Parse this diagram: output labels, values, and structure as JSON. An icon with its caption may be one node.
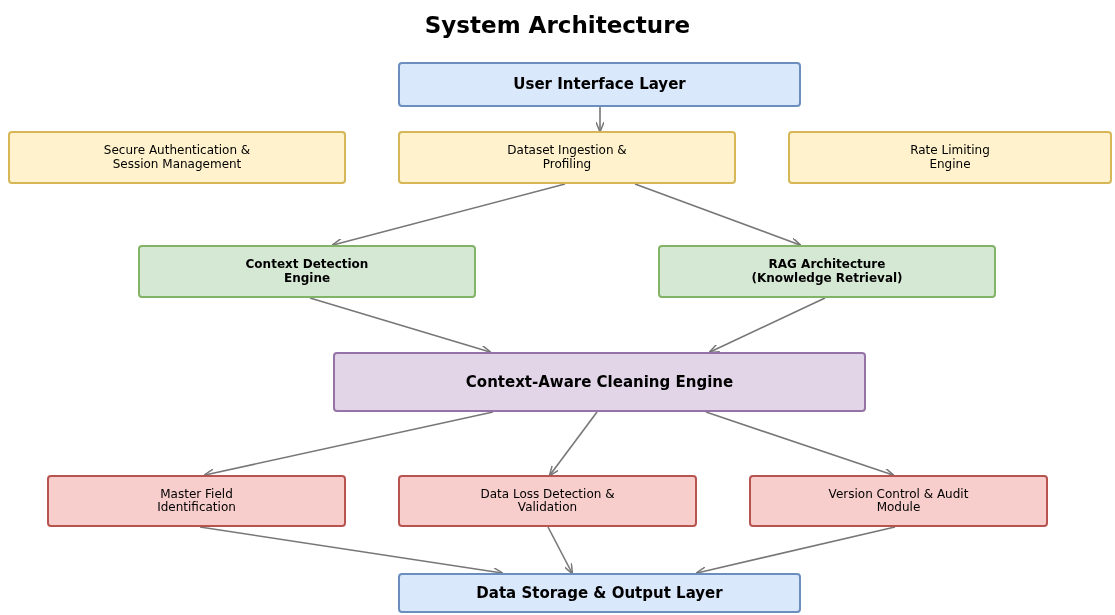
{
  "diagram": {
    "title": "System Architecture",
    "nodes": [
      {
        "text": [
          "User Interface Layer"
        ]
      },
      {
        "text": [
          "Secure Authentication & Session Management"
        ]
      },
      {
        "text": [
          "Dataset Ingestion & Profiling"
        ]
      },
      {
        "text": [
          "Rate Limiting Engine"
        ]
      },
      {
        "text": [
          "Context Detection Engine"
        ]
      },
      {
        "text": [
          "RAG Architecture (Knowledge Retrieval)"
        ]
      },
      {
        "text": [
          "Context-Aware Cleaning Engine"
        ]
      },
      {
        "text": [
          "Master Field Identification"
        ]
      },
      {
        "text": [
          "Data Loss Detection & Validation"
        ]
      },
      {
        "text": [
          "Version Control & Audit Module"
        ]
      },
      {
        "text": [
          "Data Storage & Output Layer"
        ]
      }
    ],
    "edges": [
      {
        "from": 0,
        "to": 2,
        "arrow": "to"
      },
      {
        "from": 2,
        "to": 4,
        "arrow": "to"
      },
      {
        "from": 2,
        "to": 5,
        "arrow": "to"
      },
      {
        "from": 4,
        "to": 6,
        "arrow": "to"
      },
      {
        "from": 5,
        "to": 6,
        "arrow": "to"
      },
      {
        "from": 6,
        "to": 7,
        "arrow": "to"
      },
      {
        "from": 6,
        "to": 8,
        "arrow": "to"
      },
      {
        "from": 6,
        "to": 9,
        "arrow": "to"
      },
      {
        "from": 7,
        "to": 10,
        "arrow": "to"
      },
      {
        "from": 8,
        "to": 10,
        "arrow": "to"
      },
      {
        "from": 9,
        "to": 10,
        "arrow": "to"
      }
    ]
  }
}
